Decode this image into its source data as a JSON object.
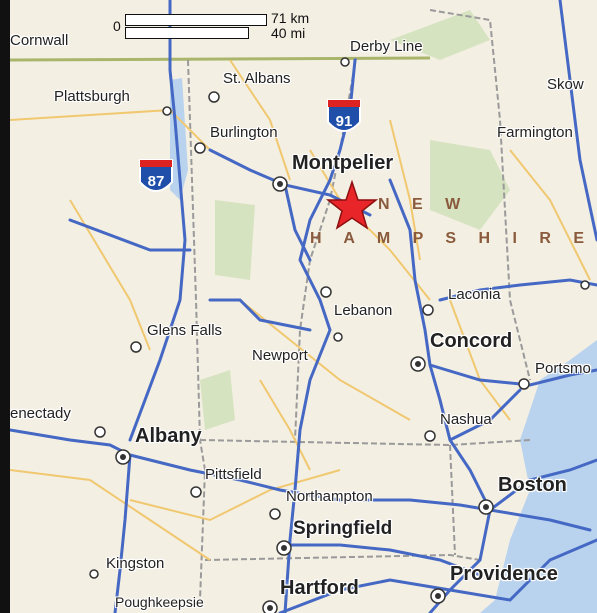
{
  "scale": {
    "zero": "0",
    "km": "71 km",
    "mi": "40 mi"
  },
  "cities": {
    "cornwall": "Cornwall",
    "derby_line": "Derby Line",
    "st_albans": "St. Albans",
    "skow": "Skow",
    "plattsburgh": "Plattsburgh",
    "burlington": "Burlington",
    "farmington": "Farmington",
    "montpelier": "Montpelier",
    "lebanon": "Lebanon",
    "laconia": "Laconia",
    "glens_falls": "Glens Falls",
    "newport": "Newport",
    "concord": "Concord",
    "portsmouth": "Portsmo",
    "schenectady": "enectady",
    "albany": "Albany",
    "nashua": "Nashua",
    "pittsfield": "Pittsfield",
    "northampton": "Northampton",
    "boston": "Boston",
    "springfield": "Springfield",
    "kingston": "Kingston",
    "providence": "Providence",
    "hartford": "Hartford",
    "poughkeepsie": "Poughkeepsie"
  },
  "state_label": {
    "line1": "N E W",
    "line2": "H A M P S H I R E"
  },
  "shields": {
    "i91": "91",
    "i87": "87"
  },
  "colors": {
    "land": "#f4efe3",
    "water": "#b9d3ee",
    "forest": "#d6e3c0",
    "highway": "#4468c4",
    "road": "#f0c870",
    "border": "#9a9a9a",
    "marker": "#e8262a"
  }
}
